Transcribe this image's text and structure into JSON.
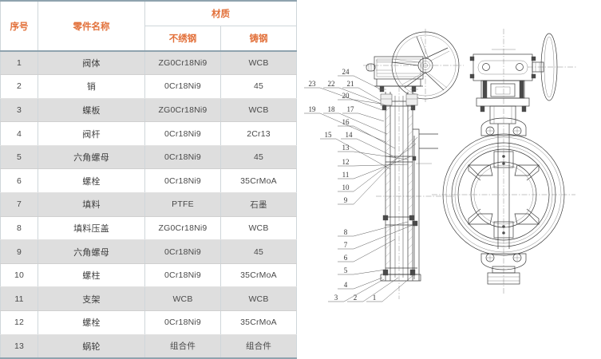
{
  "table": {
    "headers": {
      "no": "序号",
      "name": "零件名称",
      "material": "材质",
      "material_sub": [
        "不绣钢",
        "铸钢"
      ]
    },
    "rows": [
      {
        "no": "1",
        "name": "阀体",
        "m1": "ZG0Cr18Ni9",
        "m2": "WCB"
      },
      {
        "no": "2",
        "name": "销",
        "m1": "0Cr18Ni9",
        "m2": "45"
      },
      {
        "no": "3",
        "name": "蝶板",
        "m1": "ZG0Cr18Ni9",
        "m2": "WCB"
      },
      {
        "no": "4",
        "name": "阀杆",
        "m1": "0Cr18Ni9",
        "m2": "2Cr13"
      },
      {
        "no": "5",
        "name": "六角螺母",
        "m1": "0Cr18Ni9",
        "m2": "45"
      },
      {
        "no": "6",
        "name": "螺栓",
        "m1": "0Cr18Ni9",
        "m2": "35CrMoA"
      },
      {
        "no": "7",
        "name": "填料",
        "m1": "PTFE",
        "m2": "石墨"
      },
      {
        "no": "8",
        "name": "填料压盖",
        "m1": "ZG0Cr18Ni9",
        "m2": "WCB"
      },
      {
        "no": "9",
        "name": "六角螺母",
        "m1": "0Cr18Ni9",
        "m2": "45"
      },
      {
        "no": "10",
        "name": "螺柱",
        "m1": "0Cr18Ni9",
        "m2": "35CrMoA"
      },
      {
        "no": "11",
        "name": "支架",
        "m1": "WCB",
        "m2": "WCB"
      },
      {
        "no": "12",
        "name": "螺栓",
        "m1": "0Cr18Ni9",
        "m2": "35CrMoA"
      },
      {
        "no": "13",
        "name": "蜗轮",
        "m1": "组合件",
        "m2": "组合件"
      }
    ]
  },
  "drawing": {
    "title": "butterfly-valve-assembly-drawing",
    "callouts": [
      {
        "id": "c24",
        "label": "24"
      },
      {
        "id": "c23",
        "label": "23"
      },
      {
        "id": "c22",
        "label": "22"
      },
      {
        "id": "c21",
        "label": "21"
      },
      {
        "id": "c20",
        "label": "20"
      },
      {
        "id": "c19",
        "label": "19"
      },
      {
        "id": "c18",
        "label": "18"
      },
      {
        "id": "c17",
        "label": "17"
      },
      {
        "id": "c16",
        "label": "16"
      },
      {
        "id": "c15",
        "label": "15"
      },
      {
        "id": "c14",
        "label": "14"
      },
      {
        "id": "c13",
        "label": "13"
      },
      {
        "id": "c12",
        "label": "12"
      },
      {
        "id": "c11",
        "label": "11"
      },
      {
        "id": "c10",
        "label": "10"
      },
      {
        "id": "c9",
        "label": "9"
      },
      {
        "id": "c8",
        "label": "8"
      },
      {
        "id": "c7",
        "label": "7"
      },
      {
        "id": "c6",
        "label": "6"
      },
      {
        "id": "c5",
        "label": "5"
      },
      {
        "id": "c4",
        "label": "4"
      },
      {
        "id": "c3",
        "label": "3"
      },
      {
        "id": "c2",
        "label": "2"
      },
      {
        "id": "c1",
        "label": "1"
      }
    ]
  },
  "colors": {
    "header_text": "#e2703a",
    "table_border": "#cfd6da",
    "row_alt": "#dedede",
    "rule": "#8fa3ae",
    "line": "#3a3a3a"
  }
}
